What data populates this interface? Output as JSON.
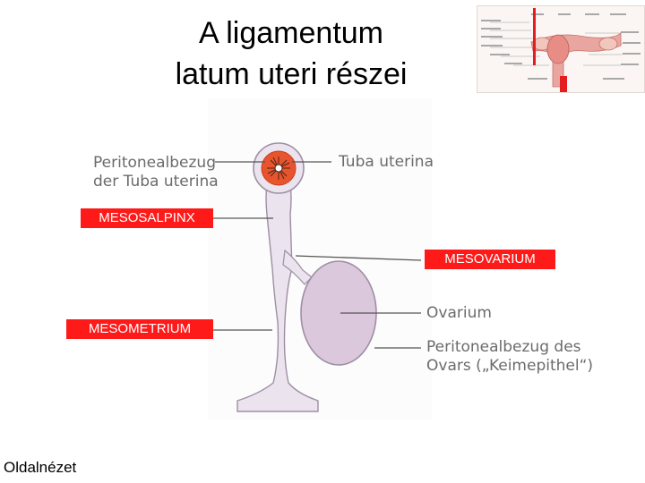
{
  "title": {
    "line1": "A ligamentum",
    "line2": "latum uteri részei"
  },
  "labels": {
    "peritoneal_tube_line1": "Peritonealbezug",
    "peritoneal_tube_line2": "der Tuba uterina",
    "tuba_uterina": "Tuba uterina",
    "ovarium": "Ovarium",
    "peritoneal_ovar_line1": "Peritonealbezug des",
    "peritoneal_ovar_line2": "Ovars („Keimepithel“)"
  },
  "red_labels": {
    "mesosalpinx": "MESOSALPINX",
    "mesovarium": "MESOVARIUM",
    "mesometrium": "MESOMETRIUM"
  },
  "footer": "Oldalnézet",
  "colors": {
    "red_box": "#ff1a1a",
    "tube_fill": "#e8e0ea",
    "ovary_fill": "#dcc8dc",
    "tube_lumen": "#e8542e"
  }
}
